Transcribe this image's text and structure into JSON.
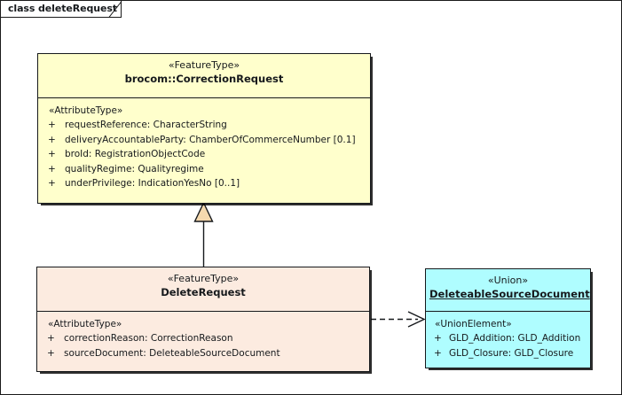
{
  "diagram": {
    "title_prefix": "class",
    "title": "class deleteRequest",
    "frame_border_color": "#1a1a1a",
    "background": "#ffffff"
  },
  "classes": [
    {
      "id": "correction-request",
      "stereotype": "«FeatureType»",
      "name": "brocom::CorrectionRequest",
      "linked": false,
      "fill": "#ffffcc",
      "section_stereotype": "«AttributeType»",
      "attributes": [
        {
          "visibility": "+",
          "text": "requestReference: CharacterString"
        },
        {
          "visibility": "+",
          "text": "deliveryAccountableParty: ChamberOfCommerceNumber [0.1]"
        },
        {
          "visibility": "+",
          "text": "broId: RegistrationObjectCode"
        },
        {
          "visibility": "+",
          "text": "qualityRegime: Qualityregime"
        },
        {
          "visibility": "+",
          "text": "underPrivilege: IndicationYesNo [0..1]"
        }
      ]
    },
    {
      "id": "delete-request",
      "stereotype": "«FeatureType»",
      "name": "DeleteRequest",
      "linked": false,
      "fill": "#fcebe0",
      "section_stereotype": "«AttributeType»",
      "attributes": [
        {
          "visibility": "+",
          "text": "correctionReason: CorrectionReason"
        },
        {
          "visibility": "+",
          "text": "sourceDocument: DeleteableSourceDocument"
        }
      ]
    },
    {
      "id": "deleteable-source-document",
      "stereotype": "«Union»",
      "name": "DeleteableSourceDocument",
      "linked": true,
      "fill": "#affdff",
      "section_stereotype": "«UnionElement»",
      "attributes": [
        {
          "visibility": "+",
          "text": "GLD_Addition: GLD_Addition"
        },
        {
          "visibility": "+",
          "text": "GLD_Closure: GLD_Closure"
        }
      ]
    }
  ],
  "connectors": [
    {
      "id": "generalization",
      "type": "generalization",
      "from": "delete-request",
      "to": "correction-request",
      "line_style": "solid",
      "arrow": "hollow-triangle",
      "arrow_fill": "#f5d9ae"
    },
    {
      "id": "dependency",
      "type": "dependency",
      "from": "delete-request",
      "to": "deleteable-source-document",
      "line_style": "dashed",
      "arrow": "open"
    }
  ]
}
